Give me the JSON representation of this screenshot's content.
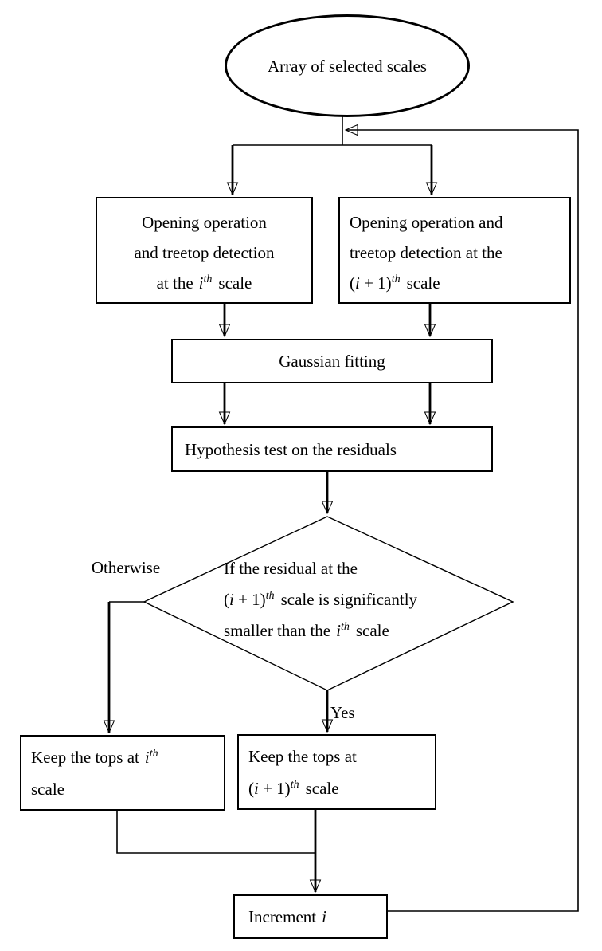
{
  "nodes": {
    "start": {
      "text": "Array of selected scales"
    },
    "open_i": {
      "line1": "Opening operation",
      "line2": "and treetop detection",
      "line3_pre": "at the",
      "var_i": "i",
      "sup": "th",
      "line3_post": "scale"
    },
    "open_i1": {
      "line1": "Opening operation and",
      "line2": "treetop detection at the",
      "line3_open": "(",
      "var_i": "i",
      "line3_mid": "+ 1)",
      "sup": "th",
      "line3_post": "scale"
    },
    "gaussian": {
      "text": "Gaussian fitting"
    },
    "hypothesis": {
      "text": "Hypothesis test on the residuals"
    },
    "decision": {
      "line1": "If the residual at the",
      "line2_open": "(",
      "var_i": "i",
      "line2_mid": "+ 1)",
      "sup": "th",
      "line2_post": "scale is significantly",
      "line3_pre": "smaller than the",
      "line3_post": "scale"
    },
    "keep_i": {
      "line1_pre": "Keep the tops at",
      "var_i": "i",
      "sup": "th",
      "line2": "scale"
    },
    "keep_i1": {
      "line1": "Keep the tops at",
      "line2_open": "(",
      "var_i": "i",
      "line2_mid": "+ 1)",
      "sup": "th",
      "line2_post": "scale"
    },
    "increment": {
      "pre": "Increment",
      "var_i": "i"
    }
  },
  "labels": {
    "otherwise": "Otherwise",
    "yes": "Yes"
  },
  "style": {
    "line_color": "#000000",
    "background": "#ffffff"
  }
}
